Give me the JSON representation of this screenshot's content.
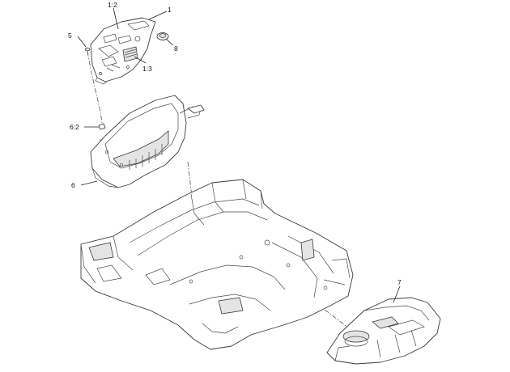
{
  "callouts": [
    {
      "id": "c-1-2",
      "label": "1:2"
    },
    {
      "id": "c-1",
      "label": "1"
    },
    {
      "id": "c-5",
      "label": "5"
    },
    {
      "id": "c-8",
      "label": "8"
    },
    {
      "id": "c-1-3",
      "label": "1:3"
    },
    {
      "id": "c-6-2",
      "label": "6:2"
    },
    {
      "id": "c-6",
      "label": "6"
    },
    {
      "id": "c-7",
      "label": "7"
    }
  ]
}
